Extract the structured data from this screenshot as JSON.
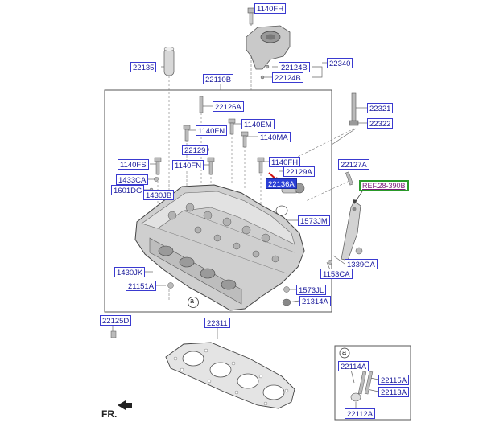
{
  "labels": {
    "l1140fh_top": "1140FH",
    "l22135": "22135",
    "l22124b1": "22124B",
    "l22340": "22340",
    "l22124b2": "22124B",
    "l22110b": "22110B",
    "l22126a": "22126A",
    "l22321": "22321",
    "l22322": "22322",
    "l1140fn1": "1140FN",
    "l1140em": "1140EM",
    "l22129": "22129",
    "l1140ma": "1140MA",
    "l1140fs": "1140FS",
    "l1140fn2": "1140FN",
    "l1140fh2": "1140FH",
    "l22129a": "22129A",
    "l22127a": "22127A",
    "l1433ca": "1433CA",
    "l22136a": "22136A",
    "lref": "REF.28-390B",
    "l1601dg": "1601DG",
    "l1430jb": "1430JB",
    "l1573jm": "1573JM",
    "l1339ga": "1339GA",
    "l1153ca": "1153CA",
    "l1430jk": "1430JK",
    "l21151a": "21151A",
    "l1573jl": "1573JL",
    "l21314a": "21314A",
    "l22125d": "22125D",
    "l22311": "22311",
    "l22114a": "22114A",
    "l22115a": "22115A",
    "l22113a": "22113A",
    "l22112a": "22112A"
  },
  "callout_a": "a",
  "inset_callout": "a",
  "fr_label": "FR."
}
